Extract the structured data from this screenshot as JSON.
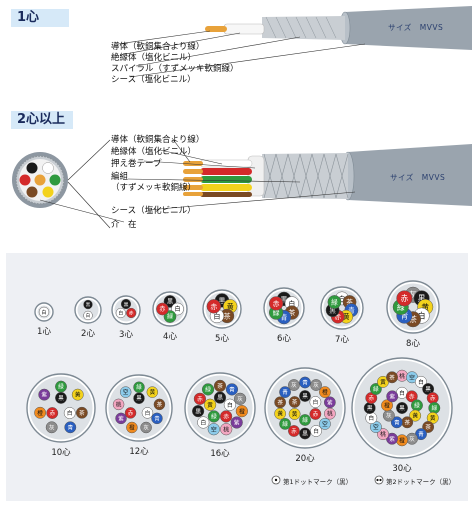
{
  "section1": {
    "title": "1心",
    "labels": [
      "導体（軟銅集合より線）",
      "絶縁体（塩化ビニル）",
      "スパイラル（すずメッキ軟銅線）",
      "シース（塩化ビニル）"
    ],
    "size_text": "サイズ　MVVS"
  },
  "section2": {
    "title": "2心以上",
    "labels": [
      "導体（軟銅集合より線）",
      "絶縁体（塩化ビニル）",
      "押え巻テープ",
      "編組",
      "（すずメッキ軟銅線）",
      "シース（塩化ビニル）",
      "介　在"
    ],
    "size_text": "サイズ　MVVS"
  },
  "colors": {
    "sheath": "#9aa4ae",
    "copper": "#e8a23a",
    "header_bg": "#d6e9f8",
    "panel_bg": "#eef0f4"
  },
  "core_colors": {
    "白": "#ffffff",
    "黒": "#1a1a1a",
    "赤": "#d42a2a",
    "緑": "#2f9a3e",
    "黄": "#f3d21c",
    "茶": "#7a4a24",
    "青": "#2a5fc0",
    "灰": "#8c8c8c",
    "橙": "#ef8a1e",
    "紫": "#7a3c9a",
    "桃": "#f2a6c0",
    "空": "#8ccbea"
  },
  "cross_sections": [
    {
      "label": "1心",
      "cores": [
        "白"
      ]
    },
    {
      "label": "2心",
      "cores": [
        "黒",
        "白"
      ]
    },
    {
      "label": "3心",
      "cores": [
        "黒",
        "赤",
        "白"
      ]
    },
    {
      "label": "4心",
      "cores": [
        "黒",
        "白",
        "緑",
        "赤"
      ]
    },
    {
      "label": "5心",
      "cores": [
        "黒",
        "黄",
        "茶",
        "白",
        "赤"
      ]
    },
    {
      "label": "6心",
      "cores": [
        "黒",
        "白",
        "茶",
        "青",
        "緑",
        "赤"
      ]
    },
    {
      "label": "7心",
      "cores": [
        "白",
        "茶",
        "青",
        "黄",
        "赤",
        "黒",
        "緑"
      ]
    },
    {
      "label": "8心",
      "cores": [
        "灰",
        "黒",
        "黄",
        "白",
        "茶",
        "青",
        "緑",
        "赤"
      ]
    },
    {
      "label": "10心",
      "cores": [
        "黒",
        "白",
        "赤",
        "緑",
        "黄",
        "茶",
        "青",
        "灰",
        "橙",
        "紫"
      ]
    },
    {
      "label": "12心",
      "cores": [
        "黒",
        "白",
        "赤",
        "緑",
        "黄",
        "茶",
        "青",
        "灰",
        "橙",
        "紫",
        "桃",
        "空"
      ]
    },
    {
      "label": "16心",
      "cores": [
        "黒",
        "白",
        "赤",
        "緑",
        "黄",
        "茶",
        "青",
        "灰",
        "橙",
        "紫",
        "桃",
        "空",
        "白",
        "黒",
        "赤",
        "緑"
      ]
    },
    {
      "label": "20心",
      "cores": [
        "黒",
        "白",
        "赤",
        "緑",
        "黄",
        "茶",
        "青",
        "灰",
        "橙",
        "紫",
        "桃",
        "空",
        "白",
        "黒",
        "赤",
        "緑",
        "黄",
        "茶",
        "青",
        "灰"
      ]
    },
    {
      "label": "30心",
      "cores": [
        "黒",
        "白",
        "赤",
        "緑",
        "黄",
        "茶",
        "青",
        "灰",
        "橙",
        "紫",
        "桃",
        "空",
        "白",
        "黒",
        "赤",
        "緑",
        "黄",
        "茶",
        "青",
        "灰",
        "橙",
        "紫",
        "桃",
        "空",
        "白",
        "黒",
        "赤",
        "緑",
        "黄",
        "茶"
      ]
    }
  ],
  "legend": [
    "第1ドットマーク（黒）",
    "第2ドットマーク（黒）"
  ]
}
